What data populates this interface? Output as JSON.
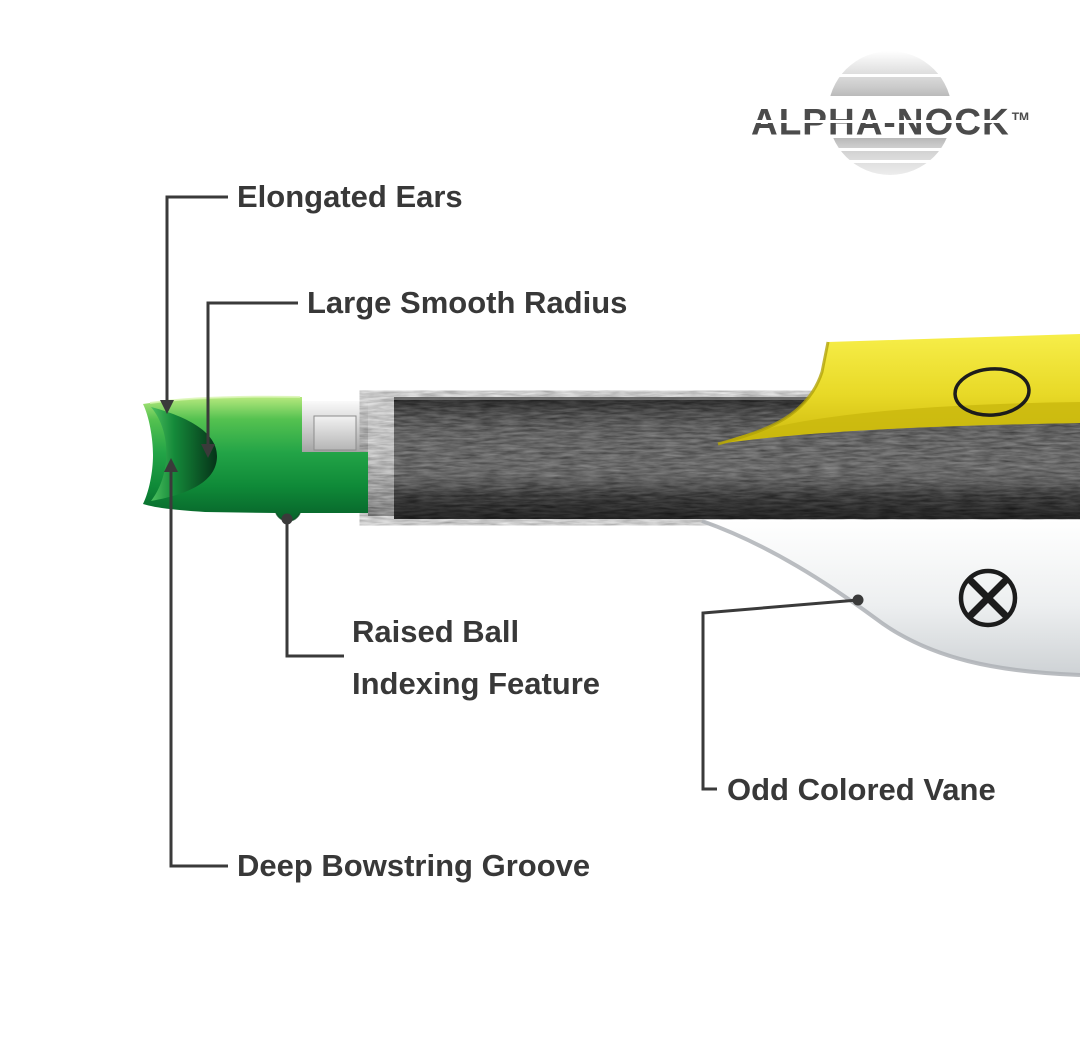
{
  "logo": {
    "name": "ALPHA-NOCK",
    "tm": "TM",
    "icon": "metallic-sphere"
  },
  "callouts": {
    "elongated_ears": "Elongated Ears",
    "large_smooth_radius": "Large Smooth Radius",
    "raised_ball_line1": "Raised Ball",
    "raised_ball_line2": "Indexing Feature",
    "odd_colored_vane": "Odd Colored Vane",
    "deep_bowstring_groove": "Deep Bowstring Groove"
  },
  "diagram": {
    "subject": "Alpha-Nock arrow nock cutaway",
    "marks": [
      "ellipse-outline-on-yellow-vane",
      "x-in-circle-on-white-vane"
    ],
    "colors": {
      "nock_green": "#1f9e45",
      "vane_yellow": "#ecdd2a",
      "vane_white": "#eceeef",
      "shaft_black": "#1b1b1b",
      "callout_line": "#3a3a3a",
      "logo_gray": "#4b4b4b"
    }
  }
}
